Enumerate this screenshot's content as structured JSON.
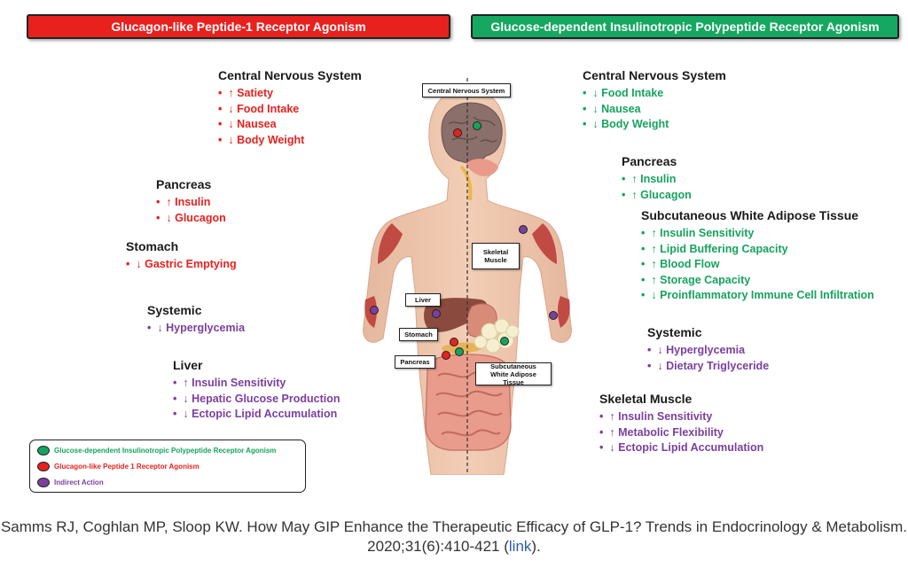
{
  "headers": {
    "left": "Glucagon-like Peptide-1 Receptor Agonism",
    "right": "Glucose-dependent Insulinotropic Polypeptide Receptor Agonism"
  },
  "left": {
    "cns": {
      "title": "Central Nervous System",
      "items": [
        "↑ Satiety",
        "↓ Food Intake",
        "↓ Nausea",
        "↓ Body Weight"
      ]
    },
    "pancreas": {
      "title": "Pancreas",
      "items": [
        "↑ Insulin",
        "↓ Glucagon"
      ]
    },
    "stomach": {
      "title": "Stomach",
      "items": [
        "↓ Gastric Emptying"
      ]
    },
    "systemic": {
      "title": "Systemic",
      "items": [
        "↓ Hyperglycemia"
      ]
    },
    "liver": {
      "title": "Liver",
      "items": [
        "↑ Insulin Sensitivity",
        "↓ Hepatic Glucose Production",
        "↓ Ectopic Lipid Accumulation"
      ]
    }
  },
  "right": {
    "cns": {
      "title": "Central Nervous System",
      "items": [
        "↓ Food Intake",
        "↓ Nausea",
        "↓ Body Weight"
      ]
    },
    "pancreas": {
      "title": "Pancreas",
      "items": [
        "↑ Insulin",
        "↑ Glucagon"
      ]
    },
    "swat": {
      "title": "Subcutaneous White Adipose Tissue",
      "items": [
        "↑ Insulin Sensitivity",
        "↑ Lipid Buffering Capacity",
        "↑ Blood Flow",
        "↑ Storage Capacity",
        "↓ Proinflammatory Immune Cell Infiltration"
      ]
    },
    "systemic": {
      "title": "Systemic",
      "items": [
        "↓ Hyperglycemia",
        "↓ Dietary Triglyceride"
      ]
    },
    "muscle": {
      "title": "Skeletal Muscle",
      "items": [
        "↑ Insulin Sensitivity",
        "↑ Metabolic Flexibility",
        "↓ Ectopic Lipid Accumulation"
      ]
    }
  },
  "organ_labels": {
    "cns": "Central Nervous System",
    "muscle": "Skeletal Muscle",
    "liver": "Liver",
    "stomach": "Stomach",
    "pancreas": "Pancreas",
    "swat": "Subcutaneous White Adipose Tissue"
  },
  "legend": {
    "gip": "Glucose-dependent Insulinotropic Polypeptide Receptor Agonism",
    "glp1": "Glucagon-like Peptide 1 Receptor Agonism",
    "indirect": "Indirect Action"
  },
  "colors": {
    "glp1": "#e8211f",
    "gip": "#16a35f",
    "indirect": "#7b3fa0"
  },
  "citation": {
    "text": "Samms RJ, Coghlan MP, Sloop KW. How May GIP Enhance the Therapeutic Efficacy of GLP-1? Trends in Endocrinology & Metabolism. 2020;31(6):410-421 (",
    "link": "link",
    "tail": ")."
  }
}
